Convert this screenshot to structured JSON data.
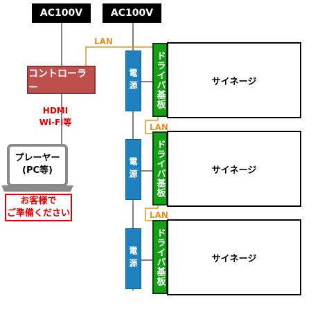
{
  "ac_left": "AC100V",
  "ac_right": "AC100V",
  "controller": "コントローラー",
  "connection": {
    "line1": "HDMI",
    "line2": "Wi-Fi等"
  },
  "player": {
    "line1": "プレーヤー",
    "line2": "(PC等)"
  },
  "note": {
    "line1": "お客様で",
    "line2": "ご準備ください"
  },
  "lan_label": "LAN",
  "power_label": "電源",
  "driver_label": "ドライバ基板",
  "signage_label": "サイネージ",
  "colors": {
    "controller": "#c0504d",
    "psu": "#1f82c0",
    "driver": "#14a014",
    "lan": "#e8911c",
    "accent": "#e00000"
  }
}
